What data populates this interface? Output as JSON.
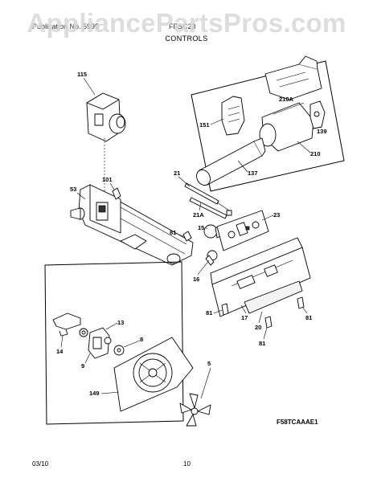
{
  "header": {
    "left": "Publication No. 5995",
    "right": "FFSC23",
    "title": "CONTROLS",
    "watermark": "AppliancePartsPros.com"
  },
  "diagram": {
    "code": "F58TCAAAE1",
    "callouts": [
      "115",
      "210A",
      "151",
      "139",
      "210",
      "137",
      "21",
      "101",
      "53",
      "21A",
      "23",
      "15",
      "81",
      "16",
      "81",
      "17",
      "20",
      "81",
      "81",
      "13",
      "14",
      "8",
      "9",
      "5",
      "149"
    ]
  },
  "footer": {
    "date": "03/10",
    "page": "10"
  }
}
